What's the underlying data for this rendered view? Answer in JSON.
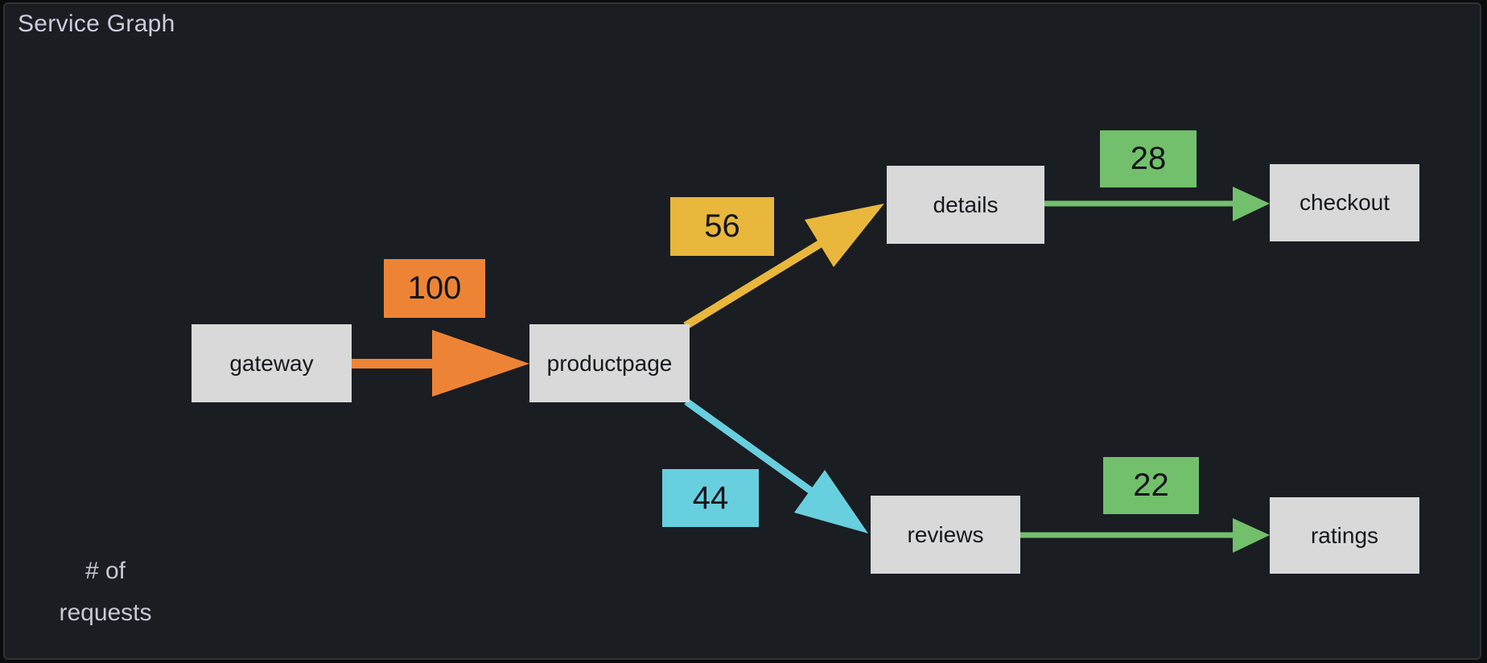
{
  "panel": {
    "title": "Service Graph",
    "legend": {
      "line1": "# of",
      "line2": "requests"
    },
    "background": "#1A1D22",
    "border_color": "#2F3237",
    "title_color": "#CCCCDC"
  },
  "colors": {
    "node_fill": "#D9D9D9",
    "node_text": "#16181C",
    "orange": "#ED8435",
    "yellow": "#E8B73C",
    "cyan": "#68CFDF",
    "green": "#72BF6C"
  },
  "chart_data": {
    "type": "graph",
    "metric": "# of requests",
    "nodes": [
      {
        "id": "gateway",
        "label": "gateway"
      },
      {
        "id": "productpage",
        "label": "productpage"
      },
      {
        "id": "details",
        "label": "details"
      },
      {
        "id": "checkout",
        "label": "checkout"
      },
      {
        "id": "reviews",
        "label": "reviews"
      },
      {
        "id": "ratings",
        "label": "ratings"
      }
    ],
    "edges": [
      {
        "from": "gateway",
        "to": "productpage",
        "value": 100,
        "color": "#ED8435"
      },
      {
        "from": "productpage",
        "to": "details",
        "value": 56,
        "color": "#E8B73C"
      },
      {
        "from": "productpage",
        "to": "reviews",
        "value": 44,
        "color": "#68CFDF"
      },
      {
        "from": "details",
        "to": "checkout",
        "value": 28,
        "color": "#72BF6C"
      },
      {
        "from": "reviews",
        "to": "ratings",
        "value": 22,
        "color": "#72BF6C"
      }
    ]
  }
}
